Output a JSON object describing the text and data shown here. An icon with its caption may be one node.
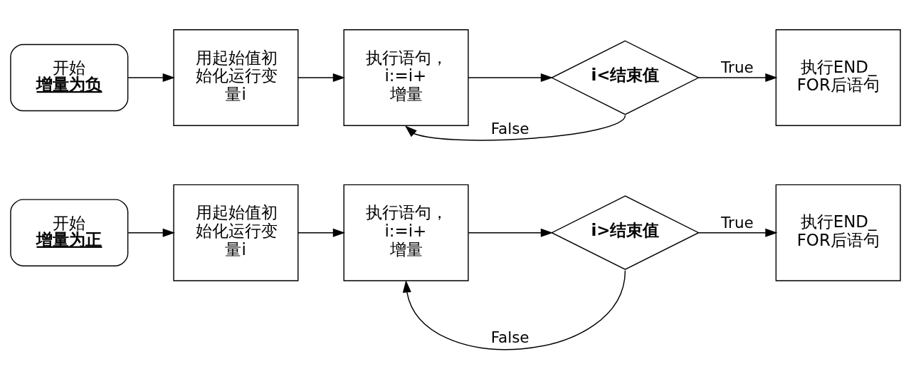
{
  "diagram": {
    "nodes": [
      {
        "text": [
          "开始",
          "增量为正"
        ]
      },
      {
        "text": [
          "用起始值初始化运行变量i"
        ]
      },
      {
        "text": [
          "执行语句，i:=i+增量"
        ]
      },
      {
        "text": [
          "i>结束值"
        ]
      },
      {
        "text": [
          "执行END_FOR后语句"
        ]
      },
      {
        "text": [
          "开始",
          "增量为负"
        ]
      },
      {
        "text": [
          "用起始值初始化运行变量i"
        ]
      },
      {
        "text": [
          "执行语句，i:=i+增量"
        ]
      },
      {
        "text": [
          "i<结束值"
        ]
      },
      {
        "text": [
          "执行END_FOR后语句"
        ]
      }
    ],
    "edges": [
      {
        "from": 0,
        "to": 1,
        "arrow": "to"
      },
      {
        "from": 1,
        "to": 2,
        "arrow": "to"
      },
      {
        "from": 2,
        "to": 3,
        "arrow": "to"
      },
      {
        "from": 3,
        "to": 4,
        "arrow": "to",
        "label": "True"
      },
      {
        "from": 3,
        "to": 2,
        "arrow": "to",
        "label": "False"
      },
      {
        "from": 5,
        "to": 6,
        "arrow": "to"
      },
      {
        "from": 6,
        "to": 7,
        "arrow": "to"
      },
      {
        "from": 7,
        "to": 8,
        "arrow": "to"
      },
      {
        "from": 8,
        "to": 9,
        "arrow": "to",
        "label": "True"
      },
      {
        "from": 8,
        "to": 7,
        "arrow": "to",
        "label": "False"
      }
    ]
  }
}
